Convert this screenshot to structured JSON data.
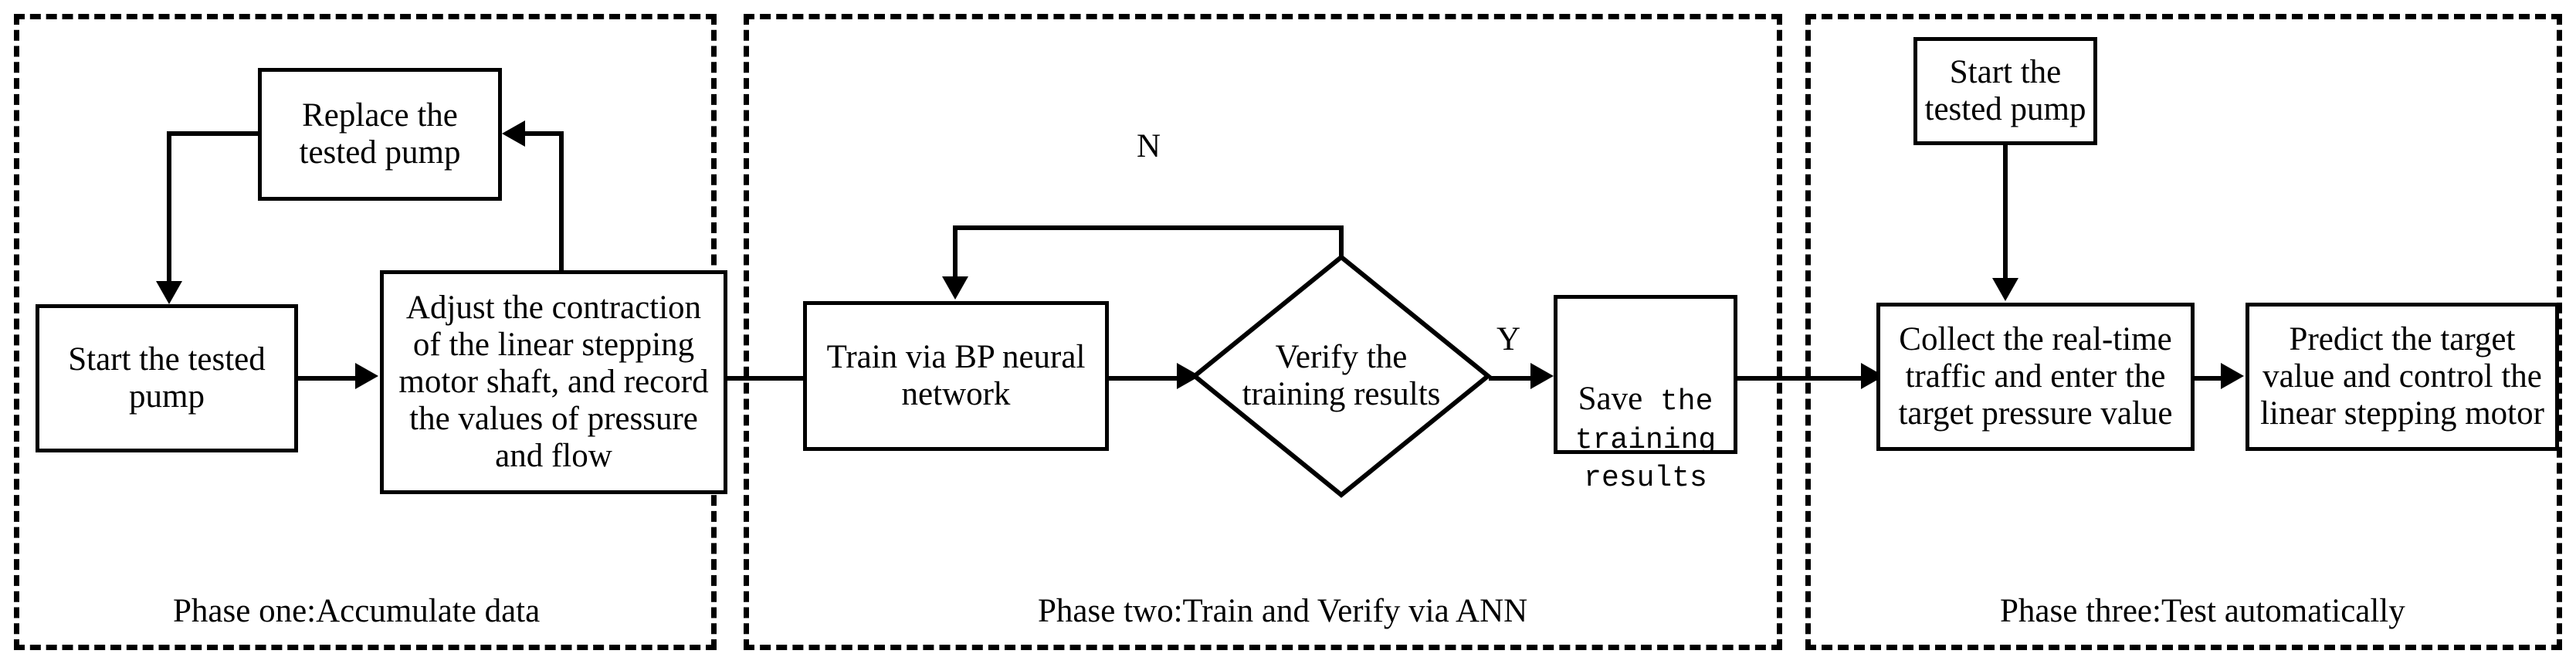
{
  "diagram": {
    "title": "Three-phase pump testing and ANN control flowchart",
    "stroke_color": "#000000",
    "background_color": "#ffffff"
  },
  "phases": [
    {
      "id": "phase-one",
      "caption": "Phase one:Accumulate data"
    },
    {
      "id": "phase-two",
      "caption": "Phase two:Train and Verify via ANN"
    },
    {
      "id": "phase-three",
      "caption": "Phase three:Test automatically"
    }
  ],
  "nodes": {
    "replace_pump": "Replace the\ntested pump",
    "start_pump_1": "Start the tested\npump",
    "adjust_motor": "Adjust the contraction\nof the linear stepping\nmotor shaft, and record\nthe values of pressure\nand flow",
    "train_bp": "Train via BP neural\nnetwork",
    "verify_results": "Verify the\ntraining results",
    "save_results_word": "Save",
    "save_results_rest": " the\ntraining\nresults",
    "save_results_full": "Save the training results",
    "start_pump_3": "Start the\ntested pump",
    "collect_traffic": "Collect the real-time\ntraffic and enter the\ntarget pressure value",
    "predict_value": "Predict the target\nvalue and control the\nlinear stepping motor"
  },
  "edge_labels": {
    "no_branch": "N",
    "yes_branch": "Y"
  }
}
